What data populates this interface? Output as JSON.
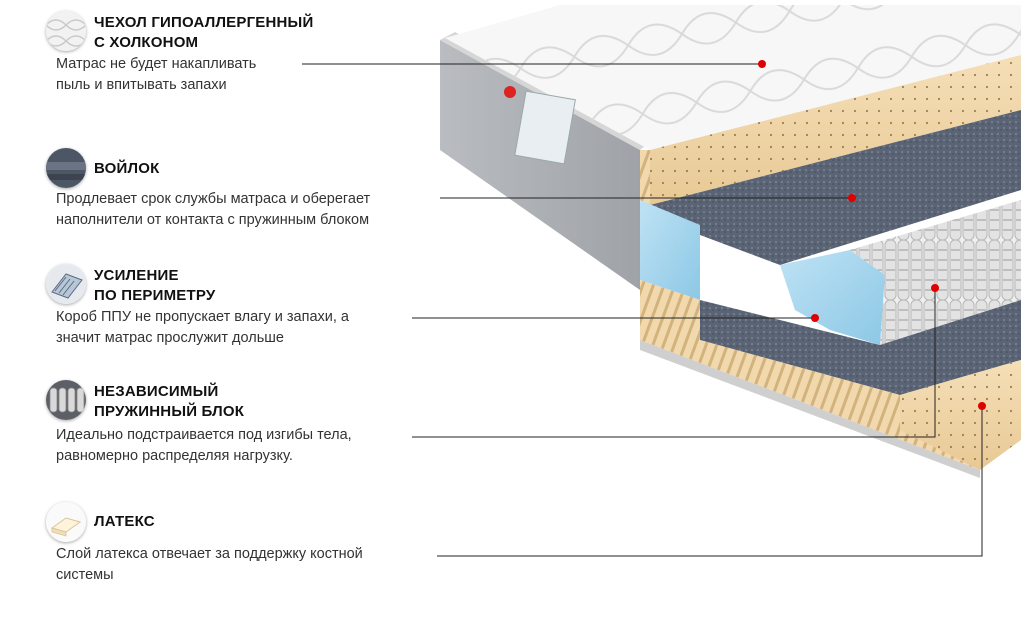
{
  "features": [
    {
      "id": "cover",
      "icon": "quilted-cover-icon",
      "title": "ЧЕХОЛ ГИПОАЛЛЕРГЕННЫЙ\nС ХОЛКОНОМ",
      "desc": "Матрас не будет накапливать\nпыль и впитывать запахи"
    },
    {
      "id": "felt",
      "icon": "felt-layer-icon",
      "title": "ВОЙЛОК",
      "desc": "Продлевает срок службы матраса  и оберегает\nнаполнители от контакта с пружинным блоком"
    },
    {
      "id": "perimeter",
      "icon": "foam-box-icon",
      "title": "УСИЛЕНИЕ\nПО ПЕРИМЕТРУ",
      "desc": "Короб ППУ не пропускает влагу и запахи, а\nзначит матрас прослужит дольше"
    },
    {
      "id": "springs",
      "icon": "spring-block-icon",
      "title": "НЕЗАВИСИМЫЙ\nПРУЖИННЫЙ БЛОК",
      "desc": "Идеально подстраивается под изгибы тела,\nравномерно распределяя нагрузку."
    },
    {
      "id": "latex",
      "icon": "latex-layer-icon",
      "title": "ЛАТЕКС",
      "desc": "Слой латекса отвечает за поддержку костной\nсистемы"
    }
  ],
  "colors": {
    "marker": "#e00000",
    "line": "#222222"
  }
}
